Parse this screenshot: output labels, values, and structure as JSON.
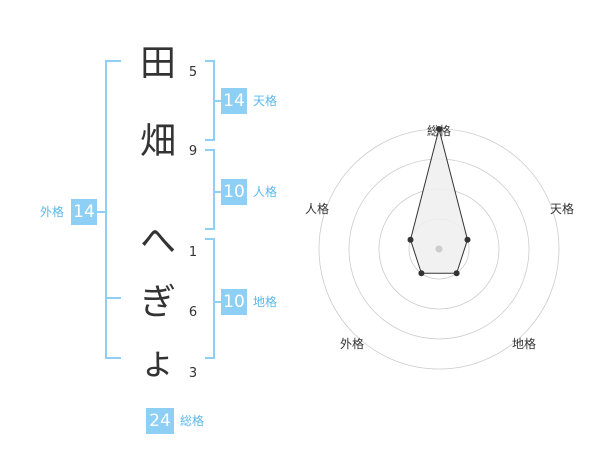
{
  "name_chars": [
    {
      "char": "田",
      "strokes": "5"
    },
    {
      "char": "畑",
      "strokes": "9"
    },
    {
      "char": "へ",
      "strokes": "1"
    },
    {
      "char": "ぎ",
      "strokes": "6"
    },
    {
      "char": "ょ",
      "strokes": "3"
    }
  ],
  "kakusu": {
    "tenkaku": {
      "value": "14",
      "label": "天格"
    },
    "jinkaku": {
      "value": "10",
      "label": "人格"
    },
    "chikaku": {
      "value": "10",
      "label": "地格"
    },
    "gaikaku": {
      "value": "14",
      "label": "外格"
    },
    "soukaku": {
      "value": "24",
      "label": "総格"
    }
  },
  "radar": {
    "labels": {
      "soukaku": "総格",
      "tenkaku": "天格",
      "chikaku": "地格",
      "gaikaku": "外格",
      "jinkaku": "人格"
    },
    "levels": 4,
    "scores": {
      "soukaku": 4,
      "tenkaku": 1,
      "chikaku": 1,
      "gaikaku": 1,
      "jinkaku": 1
    }
  },
  "colors": {
    "accent": "#8ecff5",
    "accent_text": "#5ab8ec",
    "text": "#333333",
    "grid": "#cccccc",
    "polygon_fill": "#eeeeee",
    "polygon_stroke": "#333333"
  }
}
